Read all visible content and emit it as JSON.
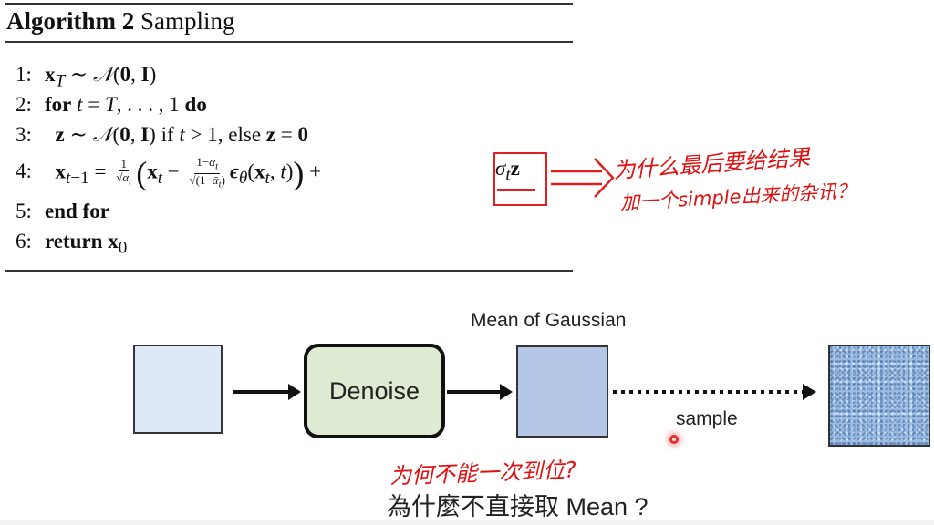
{
  "algorithm": {
    "title_bold": "Algorithm 2",
    "title_rest": "Sampling",
    "lines": [
      {
        "num": "1:"
      },
      {
        "num": "2:",
        "kw_for": "for",
        "kw_do": "do"
      },
      {
        "num": "3:",
        "kw_if": "if",
        "kw_else": "else"
      },
      {
        "num": "4:"
      },
      {
        "num": "5:",
        "kw": "end for"
      },
      {
        "num": "6:",
        "kw": "return"
      }
    ]
  },
  "annotations": {
    "note1": "为什么最后要给结果",
    "note2": "加一个simple出来的杂讯？",
    "note3": "为何不能一次到位?"
  },
  "diagram": {
    "denoise_label": "Denoise",
    "mean_label": "Mean of Gaussian",
    "sample_label": "sample",
    "question": "為什麼不直接取 Mean ?"
  },
  "colors": {
    "annotation": "#e02020",
    "input_box": "#dde9f7",
    "denoise_box": "#dfead3",
    "mean_box": "#b4c7e7",
    "noise_box": "#9bbcdf"
  }
}
